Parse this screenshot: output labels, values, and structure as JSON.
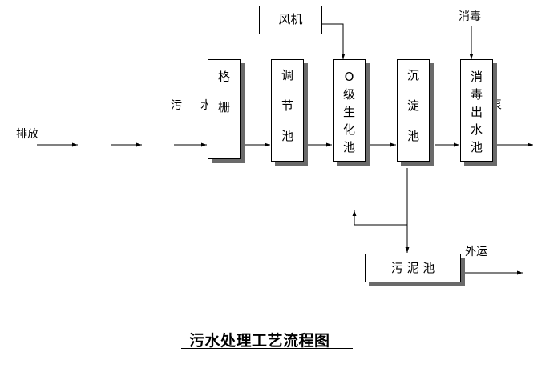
{
  "diagram": {
    "title": "污水处理工艺流程图",
    "inputs": {
      "discharge": "排放",
      "sewage": "污",
      "flow_partial": "水"
    },
    "blower": "风机",
    "disinfection": "消毒",
    "sludge_tank": "污 泥 池",
    "transport_out": "外运",
    "clipped_right_label": "泵",
    "process_units": [
      {
        "name": "格\n\n栅"
      },
      {
        "name": "调\n\n节\n\n池"
      },
      {
        "name": "O\n级\n生\n化\n池"
      },
      {
        "name": "沉\n\n淀\n\n池"
      },
      {
        "name": "消\n毒\n出\n水\n池"
      }
    ]
  }
}
